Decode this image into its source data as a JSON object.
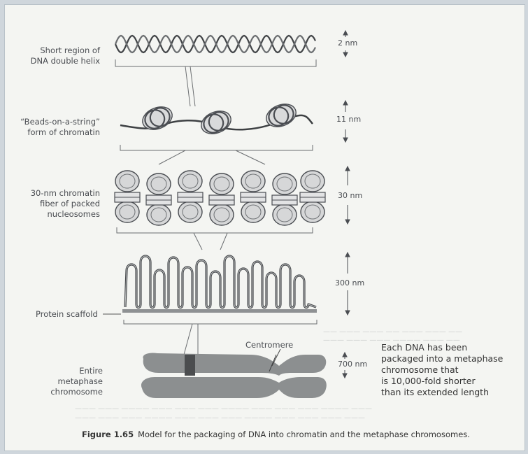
{
  "labels": {
    "dna_line1": "Short region of",
    "dna_line2": "DNA double helix",
    "beads_line1": "“Beads-on-a-string”",
    "beads_line2": "form of chromatin",
    "fiber_line1": "30-nm chromatin",
    "fiber_line2": "fiber of packed",
    "fiber_line3": "nucleosomes",
    "scaffold": "Protein scaffold",
    "centromere": "Centromere",
    "chromosome_line1": "Entire",
    "chromosome_line2": "metaphase",
    "chromosome_line3": "chromosome"
  },
  "scales": {
    "s1": "2 nm",
    "s2": "11 nm",
    "s3": "30 nm",
    "s4": "300 nm",
    "s5": "700 nm"
  },
  "note": {
    "line1": "Each DNA has been",
    "line2": "packaged into a metaphase",
    "line3": "chromosome that",
    "line4": "is 10,000-fold shorter",
    "line5": "than its extended length"
  },
  "caption": {
    "label": "Figure 1.65",
    "text": "Model for the packaging of DNA into chromatin and the metaphase chromosomes."
  },
  "colors": {
    "ink": "#4a4d52",
    "paper": "#f4f5f2",
    "chromosome": "#8c8f90",
    "centromere_block": "#4b4d4f"
  }
}
